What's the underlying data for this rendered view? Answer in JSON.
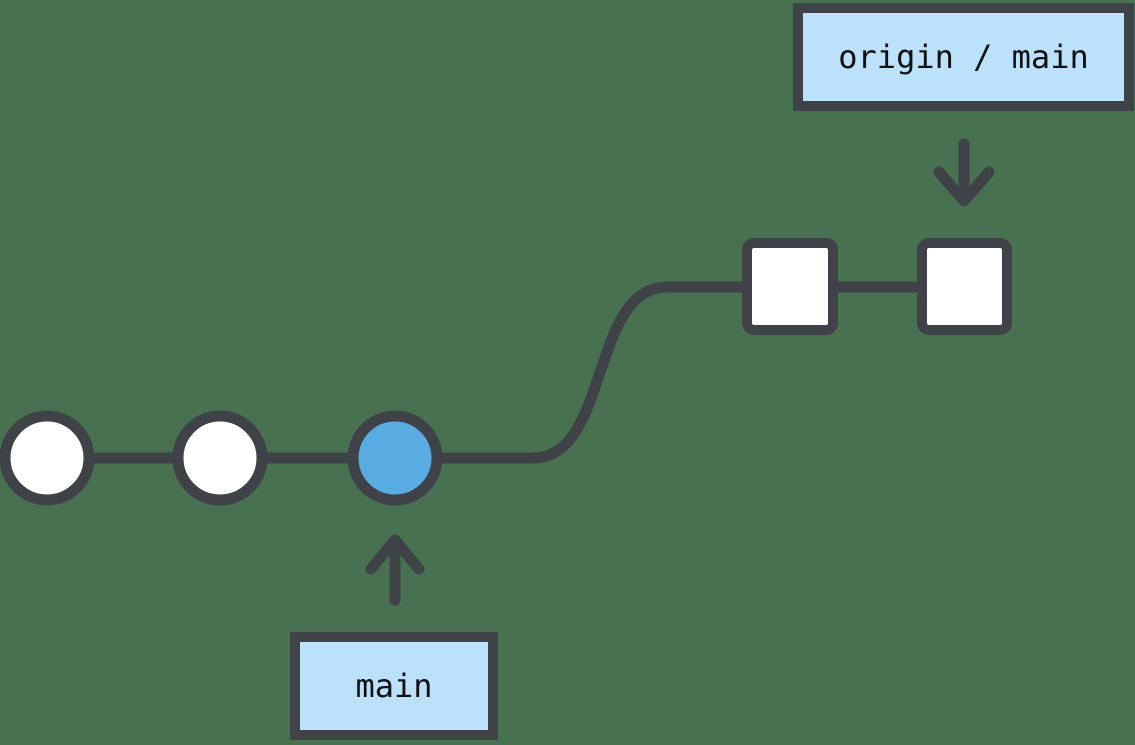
{
  "diagram": {
    "kind": "git-branch-sync-diagram",
    "labels": {
      "remote_branch": "origin / main",
      "local_branch": "main"
    },
    "local_commits": [
      {
        "shape": "circle",
        "fill": "white",
        "highlighted": false
      },
      {
        "shape": "circle",
        "fill": "white",
        "highlighted": false
      },
      {
        "shape": "circle",
        "fill": "blue",
        "highlighted": true
      }
    ],
    "remote_commits": [
      {
        "shape": "square",
        "fill": "white"
      },
      {
        "shape": "square",
        "fill": "white"
      }
    ],
    "arrows": [
      {
        "name": "origin-main-pointer",
        "direction": "down",
        "points_to": "second remote square commit"
      },
      {
        "name": "main-pointer",
        "direction": "up",
        "points_to": "blue highlighted circle commit"
      }
    ],
    "colors": {
      "background": "#477151",
      "stroke": "#3F4246",
      "highlight_blue": "#58ACE2",
      "label_background": "#BBE1FB",
      "node_fill": "#FFFFFF",
      "text": "#111111"
    }
  }
}
